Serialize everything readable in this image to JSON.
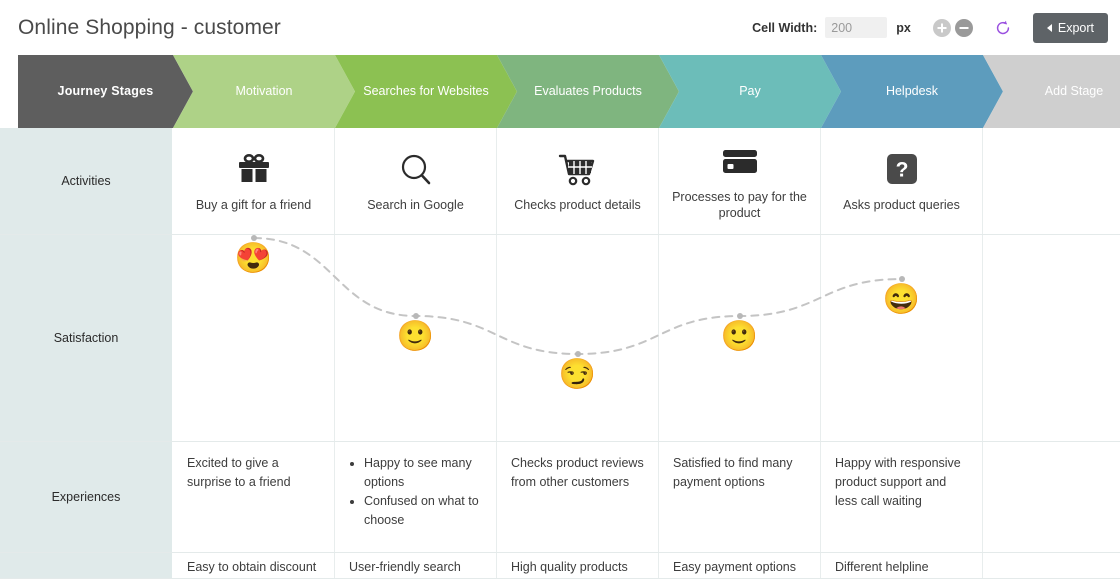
{
  "header": {
    "title": "Online Shopping - customer",
    "cell_width_label": "Cell Width:",
    "cell_width_value": "200",
    "unit_label": "px",
    "zoom_in_icon": "plus-circle-icon",
    "zoom_out_icon": "minus-circle-icon",
    "refresh_icon": "refresh-icon",
    "refresh_color": "#9b51e0",
    "export_label": "Export"
  },
  "stages": [
    {
      "label": "Journey Stages",
      "color": "#5e5e5e"
    },
    {
      "label": "Motivation",
      "color": "#aed287"
    },
    {
      "label": "Searches for Websites",
      "color": "#8cc152"
    },
    {
      "label": "Evaluates Products",
      "color": "#7fb57f"
    },
    {
      "label": "Pay",
      "color": "#6cbdb9"
    },
    {
      "label": "Helpdesk",
      "color": "#5d9cbd"
    },
    {
      "label": "Add Stage",
      "color": "#cfcfcf"
    }
  ],
  "rows": [
    {
      "label": "Activities",
      "cells": [
        {
          "icon": "gift-icon",
          "text": "Buy a gift for a friend"
        },
        {
          "icon": "magnifier-icon",
          "text": "Search in Google"
        },
        {
          "icon": "shopping-cart-icon",
          "text": "Checks product details"
        },
        {
          "icon": "credit-card-icon",
          "text": "Processes to pay for the product"
        },
        {
          "icon": "question-mark-icon",
          "text": "Asks product queries"
        }
      ]
    },
    {
      "label": "Satisfaction",
      "cells": [
        {
          "emoji": "😍",
          "emoji_name": "heart-eyes-emoji",
          "level": 5
        },
        {
          "emoji": "🙂",
          "emoji_name": "slight-smile-emoji",
          "level": 3
        },
        {
          "emoji": "😏",
          "emoji_name": "smirk-emoji",
          "level": 2
        },
        {
          "emoji": "🙂",
          "emoji_name": "slight-smile-emoji",
          "level": 3
        },
        {
          "emoji": "😄",
          "emoji_name": "grinning-squint-emoji",
          "level": 4
        }
      ]
    },
    {
      "label": "Experiences",
      "cells": [
        {
          "text": "Excited to give a surprise to a friend"
        },
        {
          "bullets": [
            "Happy to see many options",
            "Confused on what to choose"
          ]
        },
        {
          "text": "Checks product reviews from other customers"
        },
        {
          "text": "Satisfied to find many payment options"
        },
        {
          "text": "Happy with responsive product support and less call waiting"
        }
      ]
    },
    {
      "label": "",
      "cells": [
        {
          "text": "Easy to obtain discount"
        },
        {
          "text": "User-friendly search"
        },
        {
          "text": "High quality products"
        },
        {
          "text": "Easy payment options"
        },
        {
          "text": "Different helpline numbers"
        }
      ]
    }
  ],
  "chart_data": {
    "type": "line",
    "title": "Satisfaction",
    "categories": [
      "Motivation",
      "Searches for Websites",
      "Evaluates Products",
      "Pay",
      "Helpdesk"
    ],
    "values": [
      5,
      3,
      2,
      3,
      4
    ],
    "ylim": [
      1,
      5
    ],
    "grid": false,
    "xlabel": "",
    "ylabel": "Satisfaction"
  }
}
